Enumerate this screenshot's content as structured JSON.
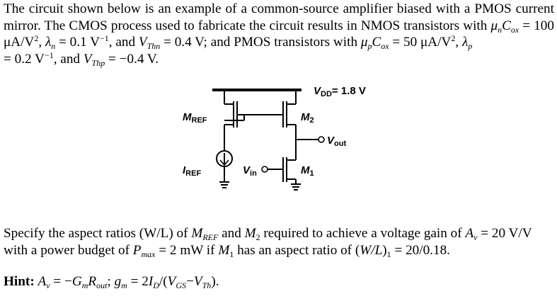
{
  "intro": {
    "s1": "The circuit shown below is an example of a common-source amplifier biased with a PMOS current mirror. The CMOS process used to fabricate the circuit results in NMOS transistors with ",
    "mu": "μ",
    "n": "n",
    "C": "C",
    "ox": "ox",
    "eq1": " = 100 μA/V",
    "sq": "2",
    "comma": ", ",
    "lambda": "λ",
    "eq2": " = 0.1 V",
    "inv": "−1",
    "and": ", and ",
    "V": "V",
    "Thn": "Thn",
    "eq3": " = 0.4 V; and PMOS transistors with ",
    "p": "p",
    "eq4": " = 50 μA/V",
    "comma2": ", ",
    "eq5": "= 0.2 V",
    "and2": ", and ",
    "Thp": "Thp",
    "eq6": " = −0.4 V."
  },
  "circuit": {
    "vdd_label": "V",
    "vdd_sub": "DD",
    "vdd_value": "= 1.8 V",
    "mref_label": "M",
    "mref_sub": "REF",
    "m2_label": "M",
    "m2_sub": "2",
    "vout_label": "V",
    "vout_sub": "out",
    "iref_label": "I",
    "iref_sub": "REF",
    "vin_label": "V",
    "vin_sub": "in",
    "m1_label": "M",
    "m1_sub": "1"
  },
  "question": {
    "s1": "Specify the aspect ratios (W/L) of ",
    "M": "M",
    "REF": "REF",
    "and": " and ",
    "two": "2",
    "s2": " required to achieve a voltage gain of ",
    "A": "A",
    "v": "v",
    "s3": " = 20 V/V",
    "s4": "with a power budget of ",
    "P": "P",
    "max": "max",
    "s5": " = 2 mW if ",
    "one": "1",
    "s6": " has an aspect ratio of (",
    "WL": "W/L",
    "s7": ")",
    "s8": " = 20/0.18."
  },
  "hint": {
    "label": "Hint:",
    "s1": " ",
    "A": "A",
    "v": "v",
    "s2": " = −",
    "G": "G",
    "m": "m",
    "R": "R",
    "out": "out",
    "s3": "; ",
    "g": "g",
    "s4": " = 2",
    "I": "I",
    "D": "D",
    "s5": "/(",
    "V": "V",
    "GS": "GS",
    "s6": "−",
    "Th": "Th",
    "s7": ")."
  }
}
